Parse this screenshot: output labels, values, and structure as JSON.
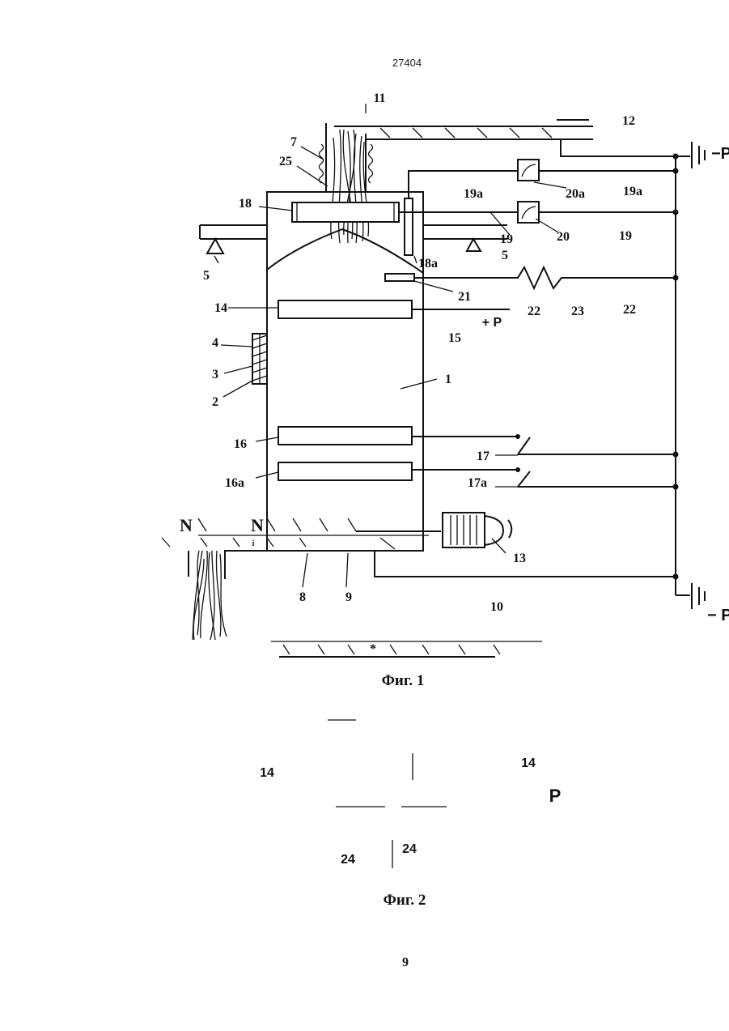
{
  "header": {
    "page_code": "27404"
  },
  "figure1": {
    "caption": "Фиг. 1",
    "labels": {
      "l1": "1",
      "l2": "2",
      "l3": "3",
      "l4": "4",
      "l5a": "5",
      "l5b": "5",
      "l7": "7",
      "l8": "8",
      "l9": "9",
      "l10": "10",
      "l11": "11",
      "l12": "12",
      "l13": "13",
      "l14": "14",
      "l15": "15",
      "l16": "16",
      "l16a": "16a",
      "l17": "17",
      "l17a": "17a",
      "l18": "18",
      "l18a": "18a",
      "l19a": "19",
      "l19b": "19",
      "l19c": "19a",
      "l19d": "19a",
      "l20": "20",
      "l20a": "20a",
      "l21": "21",
      "l22a": "22",
      "l22b": "22",
      "l23": "23",
      "l25": "25",
      "plusP": "+ P",
      "minusP_top": "−P",
      "minusP_bottom": "− P",
      "N1": "N",
      "N2": "N",
      "asterisk": "*",
      "small_i": "i"
    }
  },
  "figure2": {
    "caption": "Фиг. 2",
    "labels": {
      "left14": "14",
      "right14": "14",
      "P": "P",
      "left24": "24",
      "right24": "24"
    }
  },
  "footer": {
    "page_number": "9"
  }
}
